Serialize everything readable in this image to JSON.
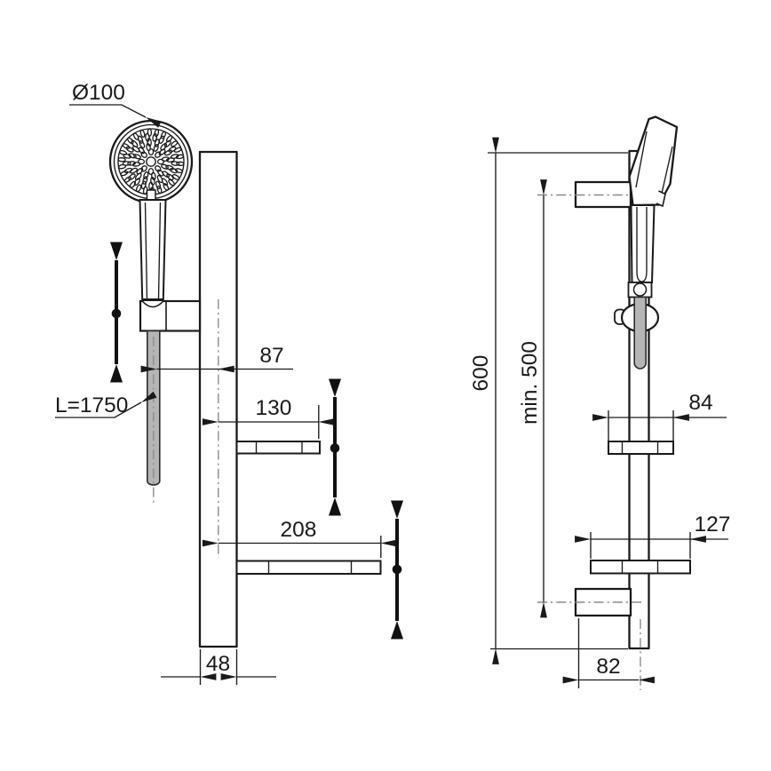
{
  "page": {
    "background": "#ffffff"
  },
  "colors": {
    "line": "#1a1a1a",
    "centerline": "#8c8c8c",
    "hose_fill": "#b5b5b5"
  },
  "front_view": {
    "dimensions": {
      "head_diameter": "Ø100",
      "hose_length": "L=1750",
      "hose_to_rail_center": "87",
      "upper_shelf_width": "130",
      "lower_shelf_width": "208",
      "rail_width": "48"
    }
  },
  "side_view": {
    "dimensions": {
      "rail_length": "600",
      "min_clearance": "min. 500",
      "upper_shelf_depth": "84",
      "lower_shelf_depth": "127",
      "bracket_to_rail_center": "82"
    }
  }
}
